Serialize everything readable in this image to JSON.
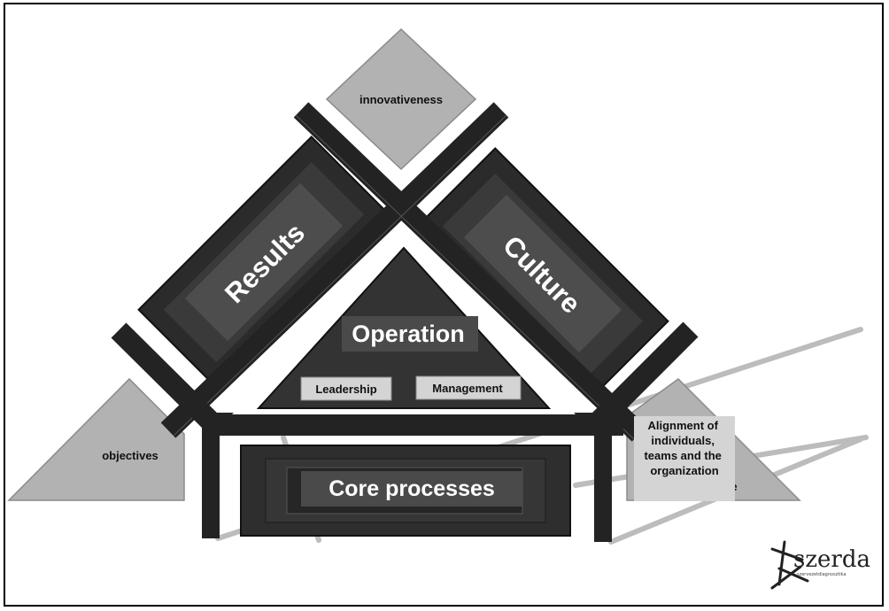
{
  "diagram": {
    "innovativeness": "innovativeness",
    "results": "Results",
    "culture": "Culture",
    "operation": "Operation",
    "leadership": "Leadership",
    "management": "Management",
    "objectives": "objectives",
    "core_processes": "Core processes",
    "alignment_lines": [
      "Alignment of",
      "individuals,",
      "teams and the",
      "organization"
    ],
    "alignment_tail": "e",
    "logo_text": "szerda",
    "logo_subtext": "szervezetdiagnosztika"
  },
  "colors": {
    "frame_border": "#000000",
    "dark_fill": "#2e2e2e",
    "darker_band": "#232323",
    "label_box": "#4a4a4a",
    "light_fill": "#b2b2b2",
    "light_box": "#d4d4d4",
    "faint_line": "#bcbcbc",
    "text_dark": "#111111",
    "text_light": "#ffffff"
  }
}
